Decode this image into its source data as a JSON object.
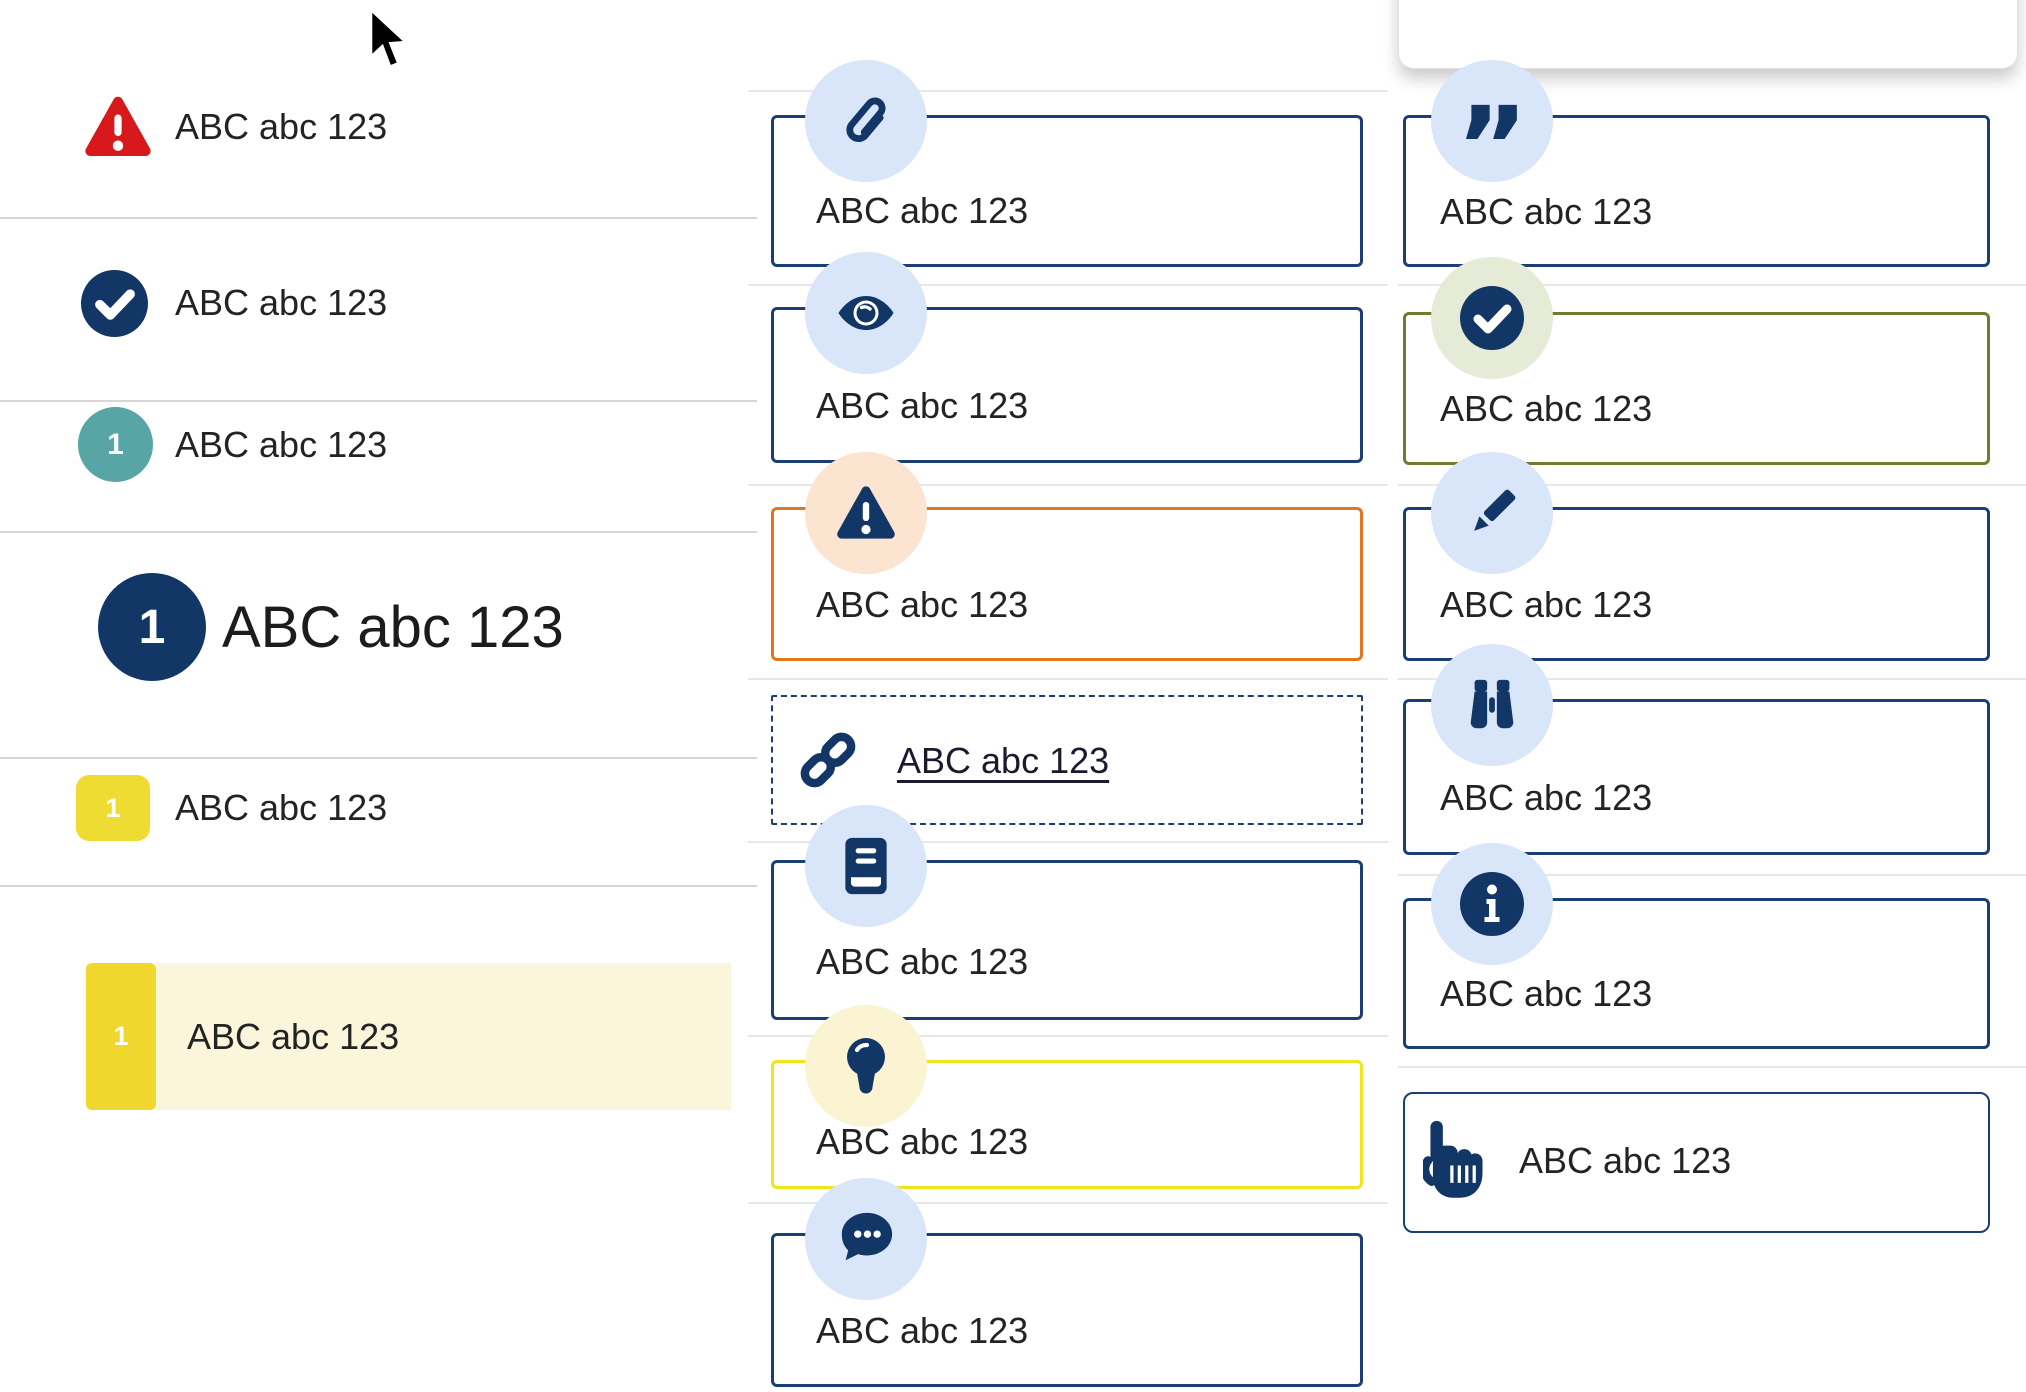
{
  "left_list": {
    "rows": [
      {
        "icon": "alert-triangle-icon",
        "label": "ABC abc 123"
      },
      {
        "icon": "check-circle-icon",
        "label": "ABC abc 123"
      },
      {
        "icon": "numbered-badge-teal",
        "number": "1",
        "label": "ABC abc 123"
      },
      {
        "icon": "numbered-badge-blue-large",
        "number": "1",
        "label": "ABC abc 123"
      },
      {
        "icon": "numbered-badge-yellow",
        "number": "1",
        "label": "ABC abc 123"
      },
      {
        "icon": "numbered-badge-yellow-selected",
        "number": "1",
        "label": "ABC abc 123",
        "highlighted": true
      }
    ]
  },
  "middle_callouts": [
    {
      "icon": "paperclip-icon",
      "label": "ABC abc 123",
      "border_color": "#1B3F74",
      "circle_color": "#D9E5F8"
    },
    {
      "icon": "eye-icon",
      "label": "ABC abc 123",
      "border_color": "#1B3F74",
      "circle_color": "#D9E5F8"
    },
    {
      "icon": "warning-icon",
      "label": "ABC abc 123",
      "border_color": "#E0771F",
      "circle_color": "#FBE4D0"
    },
    {
      "icon": "link-icon",
      "label": "ABC abc 123",
      "border_color": "#1B3F74",
      "style": "dashed-link"
    },
    {
      "icon": "book-icon",
      "label": "ABC abc 123",
      "border_color": "#1B3F74",
      "circle_color": "#D9E5F8"
    },
    {
      "icon": "lightbulb-icon",
      "label": "ABC abc 123",
      "border_color": "#F0E41F",
      "circle_color": "#FAF4D2"
    },
    {
      "icon": "chat-icon",
      "label": "ABC abc 123",
      "border_color": "#1B3F74",
      "circle_color": "#D9E5F8"
    }
  ],
  "right_callouts": [
    {
      "icon": "quote-icon",
      "label": "ABC abc 123",
      "glyph": "”",
      "border_color": "#1B3F74",
      "circle_color": "#D9E5F8"
    },
    {
      "icon": "check-circle-icon",
      "label": "ABC abc 123",
      "border_color": "#6D7C2F",
      "circle_color": "#E6EBD8"
    },
    {
      "icon": "pencil-icon",
      "label": "ABC abc 123",
      "border_color": "#1B3F74",
      "circle_color": "#D9E5F8"
    },
    {
      "icon": "binoculars-icon",
      "label": "ABC abc 123",
      "border_color": "#1B3F74",
      "circle_color": "#D9E5F8"
    },
    {
      "icon": "info-icon",
      "label": "ABC abc 123",
      "border_color": "#1B3F74",
      "circle_color": "#D9E5F8"
    },
    {
      "icon": "pointing-hand-icon",
      "label": "ABC abc 123",
      "border_color": "#1B3F74",
      "style": "inline-icon"
    }
  ],
  "colors": {
    "navy_border": "#1B3F74",
    "navy_icon": "#123767",
    "light_blue_circle": "#D9E5F8",
    "red": "#D7191C",
    "teal": "#57A5A5",
    "yellow_badge": "#EFDC33",
    "yellow_badge_selected": "#EFD72E",
    "highlight_row_bg": "#FAF5DB",
    "orange_border": "#E0771F",
    "peach_circle": "#FBE4D0",
    "olive_border": "#6D7C2F",
    "pale_green_circle": "#E6EBD8",
    "yellow_border": "#F0E41F",
    "cream_circle": "#FAF4D2"
  }
}
